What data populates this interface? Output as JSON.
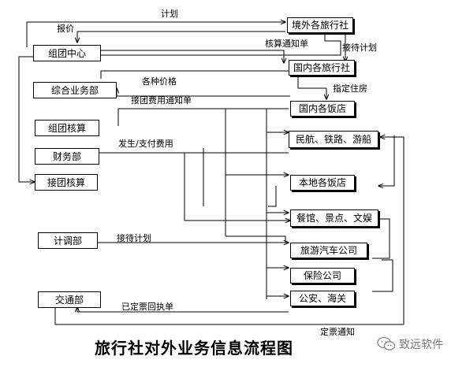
{
  "departments": {
    "group_center": "组团中心",
    "general_affairs": "综合业务部",
    "group_accounting": "组团核算",
    "finance": "财务部",
    "reception_accounting": "接团核算",
    "planning": "计调部",
    "transport": "交通部"
  },
  "partners": {
    "overseas_agencies": "境外各旅行社",
    "domestic_agencies": "国内各旅行社",
    "domestic_hotels": "国内各饭店",
    "air_rail_cruise": "民航、铁路、游船",
    "local_hotels": "本地各饭店",
    "restaurants_sights": "餐馆、景点、文娱",
    "tour_bus": "旅游汽车公司",
    "insurance": "保险公司",
    "police_customs": "公安、海关"
  },
  "flows": {
    "plan": "计划",
    "quote": "报价",
    "settlement_notice": "核算通知单",
    "reception_plan_top": "接待计划",
    "prices": "各种价格",
    "designated_lodging": "指定住房",
    "reception_fee_notice": "接团费用通知单",
    "payments": "发生/支付费用",
    "reception_plan": "接待计划",
    "ticket_receipt": "已定票回执单",
    "ticket_notice": "定票通知"
  },
  "title": "旅行社对外业务信息流程图",
  "watermark": {
    "text": "致远软件",
    "icon": "wechat-icon",
    "color": "#7a7a7a"
  }
}
